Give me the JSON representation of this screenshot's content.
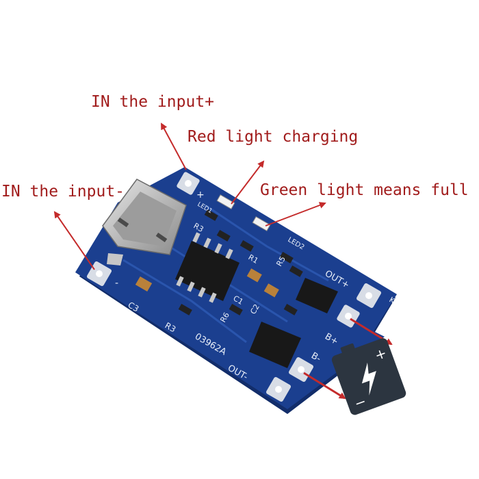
{
  "callouts": {
    "in_plus": "IN the input+",
    "red_light": "Red light charging",
    "green_light": "Green light means full",
    "in_minus": "IN the input-"
  },
  "board": {
    "silk": {
      "plus": "+",
      "minus": "-",
      "led1": "LED1",
      "led2": "LED2",
      "r3_top": "R3",
      "r1": "R1",
      "r5": "R5",
      "r6": "R6",
      "r3": "R3",
      "c1": "C1",
      "c2": "C2",
      "c3": "C3",
      "out_plus": "OUT+",
      "out_minus": "OUT-",
      "b_plus": "B+",
      "b_minus": "B-",
      "part_code": "03962A",
      "k": "K"
    }
  },
  "battery": {
    "plus": "+",
    "minus": "−",
    "icon": "lightning-bolt-icon"
  },
  "colors": {
    "label_red": "#a11c1c",
    "arrow_red": "#c42b2b",
    "pcb_blue": "#1b3f8f",
    "battery_dark": "#2c3540"
  }
}
